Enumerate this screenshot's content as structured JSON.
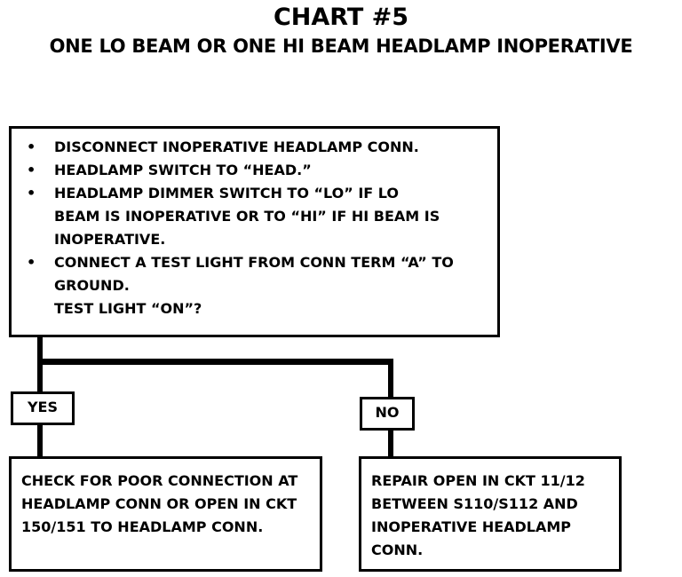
{
  "header": {
    "chart_number": "CHART #5",
    "subtitle": "ONE LO BEAM OR ONE HI BEAM HEADLAMP INOPERATIVE"
  },
  "main_box": {
    "bullet_char": "•",
    "steps": [
      "DISCONNECT INOPERATIVE HEADLAMP CONN.",
      "HEADLAMP SWITCH TO “HEAD.”",
      "HEADLAMP DIMMER SWITCH TO “LO” IF LO BEAM IS INOPERATIVE OR TO “HI” IF HI BEAM IS INOPERATIVE.",
      "CONNECT A TEST LIGHT FROM CONN TERM “A” TO GROUND."
    ],
    "question": "TEST LIGHT “ON”?"
  },
  "branches": {
    "yes_label": "YES",
    "no_label": "NO",
    "yes_result": "CHECK FOR POOR CONNECTION AT HEADLAMP CONN OR OPEN IN CKT 150/151 TO HEADLAMP CONN.",
    "no_result": "REPAIR OPEN IN CKT 11/12 BETWEEN S110/S112 AND INOPERATIVE HEADLAMP CONN."
  }
}
